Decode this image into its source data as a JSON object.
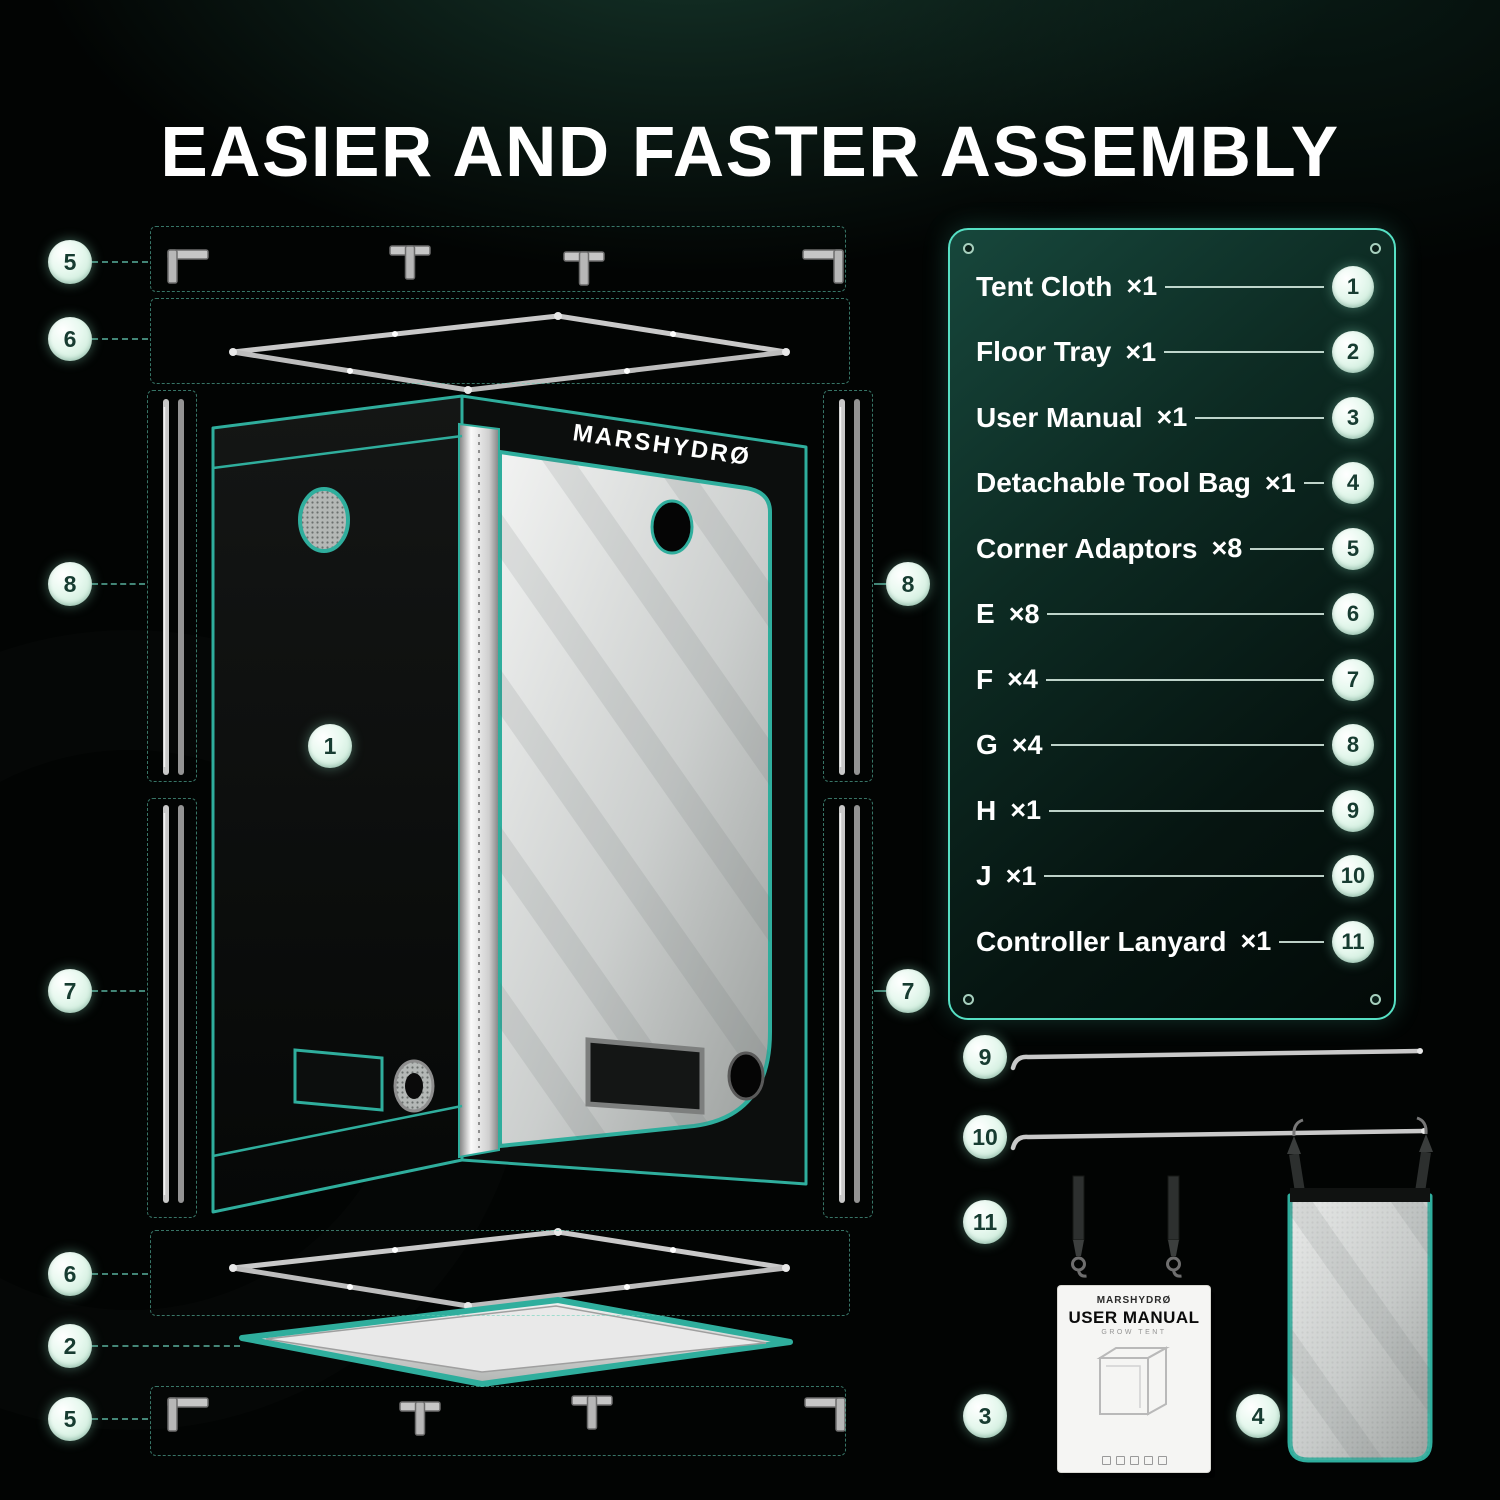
{
  "title": "EASIER AND FASTER ASSEMBLY",
  "colors": {
    "accent_teal": "#2fae9d",
    "panel_border": "#56e0c4",
    "badge_fill": "#d9f4e6",
    "badge_text": "#173c31",
    "background": "#020403"
  },
  "parts_panel": {
    "items": [
      {
        "num": "1",
        "label": "Tent Cloth",
        "qty": "×1"
      },
      {
        "num": "2",
        "label": "Floor Tray",
        "qty": "×1"
      },
      {
        "num": "3",
        "label": "User Manual",
        "qty": "×1"
      },
      {
        "num": "4",
        "label": "Detachable Tool Bag",
        "qty": "×1"
      },
      {
        "num": "5",
        "label": "Corner Adaptors",
        "qty": "×8"
      },
      {
        "num": "6",
        "label": "E",
        "qty": "×8"
      },
      {
        "num": "7",
        "label": "F",
        "qty": "×4"
      },
      {
        "num": "8",
        "label": "G",
        "qty": "×4"
      },
      {
        "num": "9",
        "label": "H",
        "qty": "×1"
      },
      {
        "num": "10",
        "label": "J",
        "qty": "×1"
      },
      {
        "num": "11",
        "label": "Controller Lanyard",
        "qty": "×1"
      }
    ]
  },
  "diagram": {
    "tent_logo": "MARSHYDRØ",
    "callouts": {
      "corner_adaptors_top": "5",
      "top_frame_poles": "6",
      "side_pole_upper_left": "8",
      "side_pole_lower_left": "7",
      "tent_cloth": "1",
      "side_pole_upper_right": "8",
      "side_pole_lower_right": "7",
      "bottom_frame_poles": "6",
      "floor_tray": "2",
      "corner_adaptors_bottom": "5"
    }
  },
  "accessories": {
    "pole_h_num": "9",
    "pole_j_num": "10",
    "lanyard_num": "11",
    "manual_num": "3",
    "toolbag_num": "4",
    "manual_cover": {
      "brand": "MARSHYDRØ",
      "title": "USER MANUAL",
      "subtitle": "GROW TENT"
    }
  }
}
